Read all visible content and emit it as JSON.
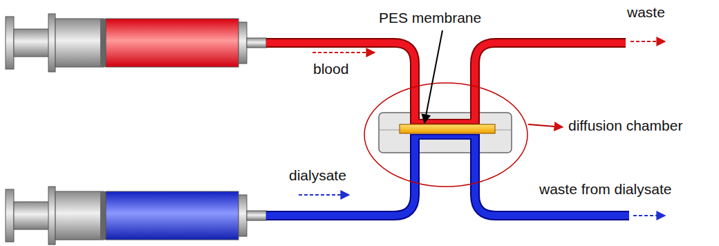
{
  "diagram": {
    "labels": [
      "PES membrane",
      "blood",
      "waste",
      "diffusion chamber",
      "dialysate",
      "waste from dialysate"
    ]
  }
}
